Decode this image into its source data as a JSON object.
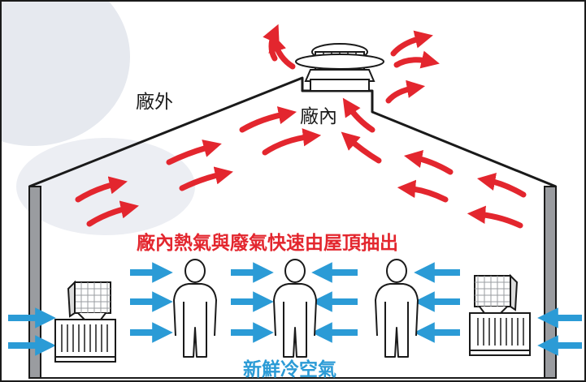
{
  "labels": {
    "outside": "廠外",
    "inside": "廠內",
    "hot_air_caption": "廠內熱氣與廢氣快速由屋頂抽出",
    "fresh_air_caption": "新鮮冷空氣"
  },
  "colors": {
    "hot_air": "#e3262e",
    "cool_air": "#2b9bd6",
    "outline": "#1a1a1a",
    "background": "#ffffff",
    "wall_shade": "#9a9ca0",
    "haze": "#dde2ea"
  },
  "icons": {
    "hot_arrow": "red-curved-arrow-icon",
    "cool_arrow": "blue-arrow-icon",
    "person": "person-icon",
    "cooler": "evaporative-air-cooler-icon",
    "roof_fan": "roof-ventilator-icon"
  }
}
